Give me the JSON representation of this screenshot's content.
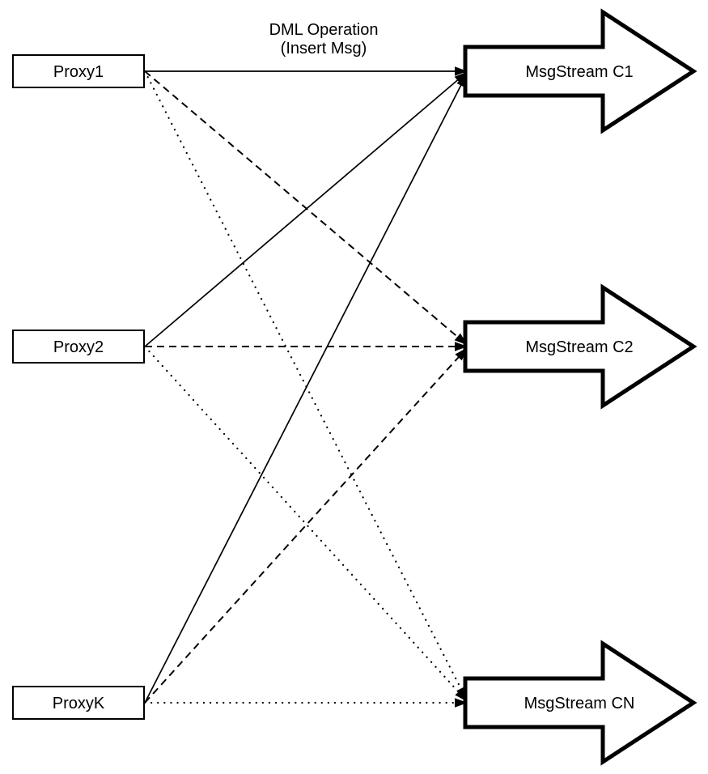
{
  "title": {
    "line1": "DML Operation",
    "line2": "(Insert Msg)"
  },
  "proxies": [
    {
      "id": "proxy1",
      "label": "Proxy1"
    },
    {
      "id": "proxy2",
      "label": "Proxy2"
    },
    {
      "id": "proxyk",
      "label": "ProxyK"
    }
  ],
  "streams": [
    {
      "id": "c1",
      "label": "MsgStream C1"
    },
    {
      "id": "c2",
      "label": "MsgStream C2"
    },
    {
      "id": "cn",
      "label": "MsgStream CN"
    }
  ],
  "connections": [
    {
      "from": "Proxy1",
      "to": "MsgStream C1",
      "style": "solid"
    },
    {
      "from": "Proxy2",
      "to": "MsgStream C1",
      "style": "solid"
    },
    {
      "from": "ProxyK",
      "to": "MsgStream C1",
      "style": "solid"
    },
    {
      "from": "Proxy1",
      "to": "MsgStream C2",
      "style": "dashed"
    },
    {
      "from": "Proxy2",
      "to": "MsgStream C2",
      "style": "dashed"
    },
    {
      "from": "ProxyK",
      "to": "MsgStream C2",
      "style": "dashed"
    },
    {
      "from": "Proxy1",
      "to": "MsgStream CN",
      "style": "dotted"
    },
    {
      "from": "Proxy2",
      "to": "MsgStream CN",
      "style": "dotted"
    },
    {
      "from": "ProxyK",
      "to": "MsgStream CN",
      "style": "dotted"
    }
  ],
  "colors": {
    "stroke": "#000000",
    "background": "#ffffff"
  }
}
